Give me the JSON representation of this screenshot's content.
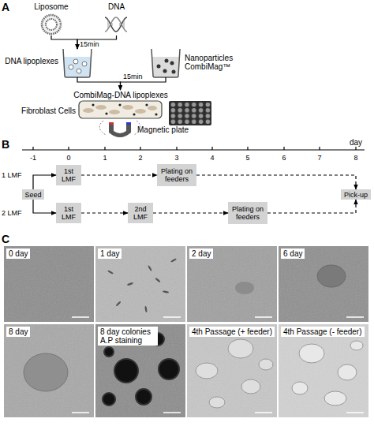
{
  "diagram": {
    "nodes": [
      {
        "text": [
          "Liposome"
        ]
      },
      {
        "text": [
          "DNA"
        ]
      },
      {
        "text": [
          "DNA lipoplexes"
        ]
      },
      {
        "text": [
          "Nanoparticles CombiMag™"
        ]
      },
      {
        "text": [
          "CombiMag-DNA lipoplexes",
          "Fibroblast Cells"
        ]
      },
      {
        "text": [
          "1st LMF"
        ]
      },
      {
        "text": [
          "Plating on feeders"
        ]
      },
      {
        "text": [
          "Seed"
        ]
      },
      {
        "text": [
          "Pick-up"
        ]
      },
      {
        "text": [
          "1st LMF"
        ]
      },
      {
        "text": [
          "2nd LMF"
        ]
      },
      {
        "text": [
          "Plating on feeders"
        ]
      },
      {
        "text": [
          "0 day"
        ]
      },
      {
        "text": [
          "1 day"
        ]
      },
      {
        "text": [
          "2 day"
        ]
      },
      {
        "text": [
          "6 day"
        ]
      },
      {
        "text": [
          "8 day"
        ]
      },
      {
        "text": [
          "8 day colonies A.P staining"
        ]
      },
      {
        "text": [
          "4th Passage (+ feeder)"
        ]
      },
      {
        "text": [
          "4th Passage (- feeder)"
        ]
      }
    ],
    "edges": [
      {
        "from": 0,
        "to": 2,
        "arrow": "to",
        "label": "15min"
      },
      {
        "from": 1,
        "to": 2,
        "arrow": "to"
      },
      {
        "from": 2,
        "to": 4,
        "arrow": "to",
        "label": "15min"
      },
      {
        "from": 3,
        "to": 4,
        "arrow": "to"
      },
      {
        "from": 7,
        "to": 5,
        "arrow": "to"
      },
      {
        "from": 7,
        "to": 9,
        "arrow": "to"
      },
      {
        "from": 5,
        "to": 6,
        "arrow": "to"
      },
      {
        "from": 6,
        "to": 8,
        "arrow": "to"
      },
      {
        "from": 9,
        "to": 10,
        "arrow": "to"
      },
      {
        "from": 10,
        "to": 11,
        "arrow": "to"
      },
      {
        "from": 11,
        "to": 8,
        "arrow": "to"
      }
    ],
    "labels": [
      "A",
      "Magnetic plate",
      "B",
      "day",
      "-1",
      "0",
      "1",
      "2",
      "3",
      "4",
      "5",
      "6",
      "7",
      "8",
      "1 LMF",
      "2 LMF",
      "C"
    ]
  }
}
